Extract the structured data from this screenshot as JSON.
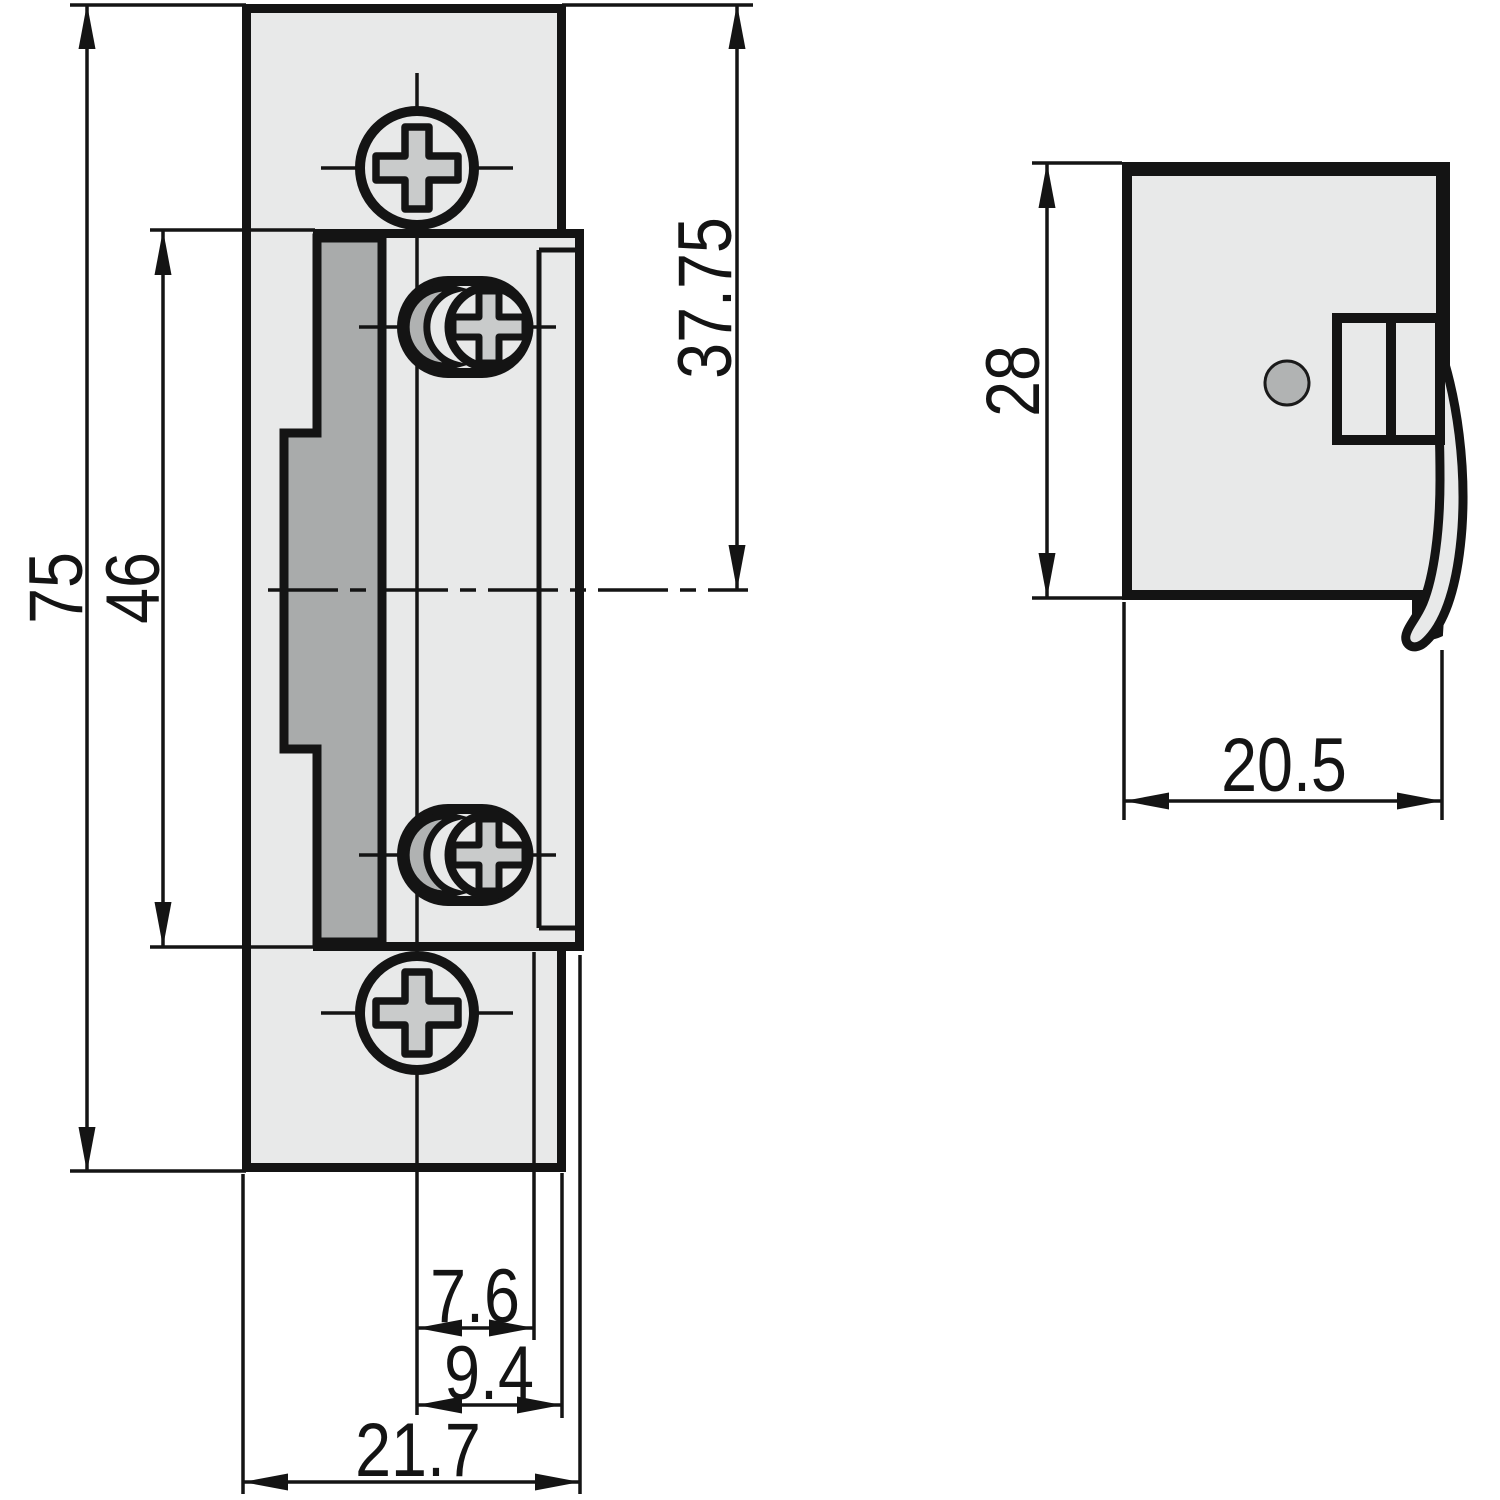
{
  "colors": {
    "line": "#141414",
    "light": "#e8e9e9",
    "mid": "#a9abab",
    "crossfill": "#c9cbcb",
    "crescent": "#b0b2b2",
    "dot": "#b1b3b3"
  },
  "front_view": {
    "overall_height": "75",
    "body_height": "46",
    "top_to_axis": "37.75",
    "axis_to_latch": "7.6",
    "axis_to_edge": "9.4",
    "overall_width": "21.7"
  },
  "side_view": {
    "body_height": "28",
    "body_depth": "20.5"
  }
}
